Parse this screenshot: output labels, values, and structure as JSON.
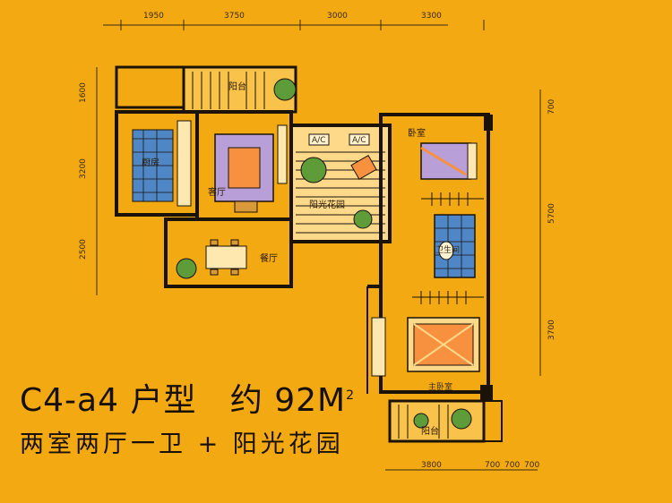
{
  "colors": {
    "background": "#F3A912",
    "wall": "#1b1208",
    "sofa": "#B99FD8",
    "bed": "#F7913F",
    "tile": "#4F86C6",
    "plant": "#5E9C3A",
    "floor_light": "#FFD98A"
  },
  "dims_top": [
    "1950",
    "3750",
    "3000",
    "3300"
  ],
  "dims_left": [
    "1600",
    "3200",
    "2500"
  ],
  "dims_right": [
    "700",
    "5700",
    "3700"
  ],
  "dims_bottom": [
    "3800",
    "700",
    "700",
    "700"
  ],
  "rooms": {
    "balcony_top": "阳台",
    "kitchen": "厨房",
    "living": "客厅",
    "dining": "餐厅",
    "sunroom": "阳光花园",
    "bedroom1": "卧室",
    "bathroom": "卫生间",
    "master": "主卧室",
    "balcony_bottom": "阳台"
  },
  "ac_labels": [
    "A/C",
    "A/C"
  ],
  "title": {
    "model": "C4-a4 户型",
    "area_prefix": "约 92M",
    "area_sup": "2",
    "subtitle": "两室两厅一卫 + 阳光花园"
  }
}
